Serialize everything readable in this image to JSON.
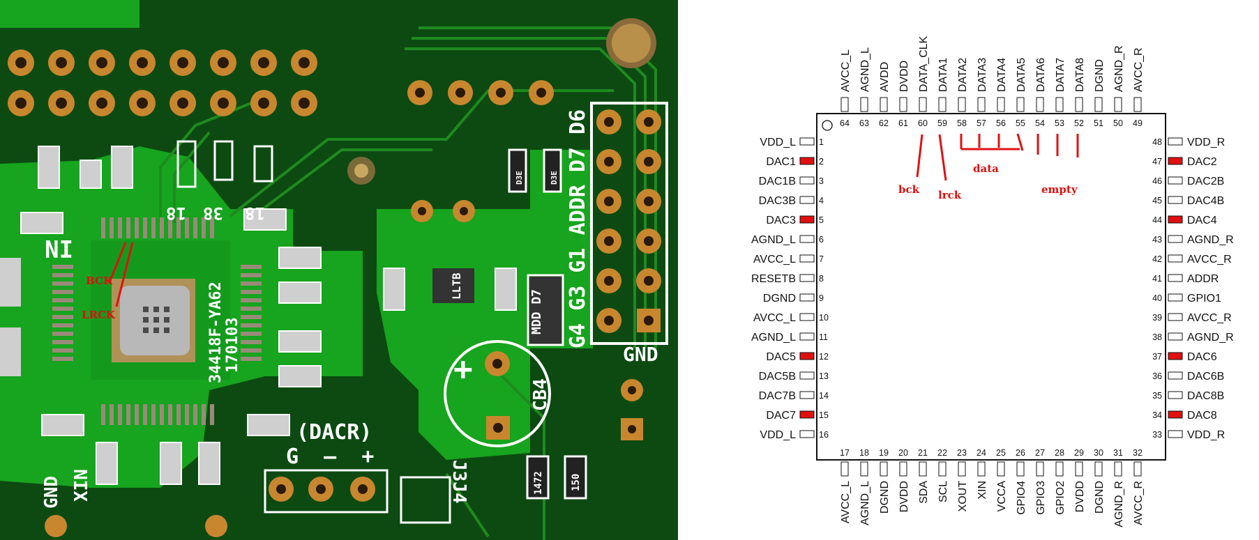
{
  "pcb": {
    "silkscreen": {
      "ic_marking": "34418F-YA62",
      "ic_date": "170103",
      "header_labels": "G4 G3 G1 ADDR D7 D6",
      "gnd": "GND",
      "dacr": "(DACR)",
      "dacr_pins": "G  –  +",
      "cap_label": "CB4",
      "cap_polarity": "+",
      "r_18_a": "18",
      "r_38": "38",
      "r_18_b": "18",
      "diode_text": "MDD\nD7",
      "ic_small": "LLTB",
      "res_a": "D3E",
      "res_b": "D3E",
      "res_c": "1472",
      "res_d": "150",
      "j3j4": "J3J4",
      "gnd_left": "GND",
      "xin": "XIN",
      "in_label": "IN"
    },
    "annotations": {
      "bck": "BCK",
      "lrck": "LRCK"
    }
  },
  "chip": {
    "top_pins": [
      {
        "n": "64",
        "name": "AVCC_L"
      },
      {
        "n": "63",
        "name": "AGND_L"
      },
      {
        "n": "62",
        "name": "AVDD"
      },
      {
        "n": "61",
        "name": "DVDD"
      },
      {
        "n": "60",
        "name": "DATA_CLK"
      },
      {
        "n": "59",
        "name": "DATA1"
      },
      {
        "n": "58",
        "name": "DATA2"
      },
      {
        "n": "57",
        "name": "DATA3"
      },
      {
        "n": "56",
        "name": "DATA4"
      },
      {
        "n": "55",
        "name": "DATA5"
      },
      {
        "n": "54",
        "name": "DATA6"
      },
      {
        "n": "53",
        "name": "DATA7"
      },
      {
        "n": "52",
        "name": "DATA8"
      },
      {
        "n": "51",
        "name": "DGND"
      },
      {
        "n": "50",
        "name": "AGND_R"
      },
      {
        "n": "49",
        "name": "AVCC_R"
      }
    ],
    "bottom_pins": [
      {
        "n": "17",
        "name": "AVCC_L"
      },
      {
        "n": "18",
        "name": "AGND_L"
      },
      {
        "n": "19",
        "name": "DGND"
      },
      {
        "n": "20",
        "name": "DVDD"
      },
      {
        "n": "21",
        "name": "SDA"
      },
      {
        "n": "22",
        "name": "SCL"
      },
      {
        "n": "23",
        "name": "XOUT"
      },
      {
        "n": "24",
        "name": "XIN"
      },
      {
        "n": "25",
        "name": "VCCA"
      },
      {
        "n": "26",
        "name": "GPIO4"
      },
      {
        "n": "27",
        "name": "GPIO3"
      },
      {
        "n": "28",
        "name": "GPIO2"
      },
      {
        "n": "29",
        "name": "DVDD"
      },
      {
        "n": "30",
        "name": "DGND"
      },
      {
        "n": "31",
        "name": "AGND_R"
      },
      {
        "n": "32",
        "name": "AVCC_R"
      }
    ],
    "left_pins": [
      {
        "n": "1",
        "name": "VDD_L",
        "mark": false
      },
      {
        "n": "2",
        "name": "DAC1",
        "mark": true
      },
      {
        "n": "3",
        "name": "DAC1B",
        "mark": false
      },
      {
        "n": "4",
        "name": "DAC3B",
        "mark": false
      },
      {
        "n": "5",
        "name": "DAC3",
        "mark": true
      },
      {
        "n": "6",
        "name": "AGND_L",
        "mark": false
      },
      {
        "n": "7",
        "name": "AVCC_L",
        "mark": false
      },
      {
        "n": "8",
        "name": "RESETB",
        "mark": false
      },
      {
        "n": "9",
        "name": "DGND",
        "mark": false
      },
      {
        "n": "10",
        "name": "AVCC_L",
        "mark": false
      },
      {
        "n": "11",
        "name": "AGND_L",
        "mark": false
      },
      {
        "n": "12",
        "name": "DAC5",
        "mark": true
      },
      {
        "n": "13",
        "name": "DAC5B",
        "mark": false
      },
      {
        "n": "14",
        "name": "DAC7B",
        "mark": false
      },
      {
        "n": "15",
        "name": "DAC7",
        "mark": true
      },
      {
        "n": "16",
        "name": "VDD_L",
        "mark": false
      }
    ],
    "right_pins": [
      {
        "n": "48",
        "name": "VDD_R",
        "mark": false
      },
      {
        "n": "47",
        "name": "DAC2",
        "mark": true
      },
      {
        "n": "46",
        "name": "DAC2B",
        "mark": false
      },
      {
        "n": "45",
        "name": "DAC4B",
        "mark": false
      },
      {
        "n": "44",
        "name": "DAC4",
        "mark": true
      },
      {
        "n": "43",
        "name": "AGND_R",
        "mark": false
      },
      {
        "n": "42",
        "name": "AVCC_R",
        "mark": false
      },
      {
        "n": "41",
        "name": "ADDR",
        "mark": false
      },
      {
        "n": "40",
        "name": "GPIO1",
        "mark": false
      },
      {
        "n": "39",
        "name": "AVCC_R",
        "mark": false
      },
      {
        "n": "38",
        "name": "AGND_R",
        "mark": false
      },
      {
        "n": "37",
        "name": "DAC6",
        "mark": true
      },
      {
        "n": "36",
        "name": "DAC6B",
        "mark": false
      },
      {
        "n": "35",
        "name": "DAC8B",
        "mark": false
      },
      {
        "n": "34",
        "name": "DAC8",
        "mark": true
      },
      {
        "n": "33",
        "name": "VDD_R",
        "mark": false
      }
    ],
    "annotations": {
      "bck": "bck",
      "lrck": "lrck",
      "data": "data",
      "empty": "empty"
    },
    "colors": {
      "annotation": "#e01010",
      "outline": "#111111"
    }
  }
}
